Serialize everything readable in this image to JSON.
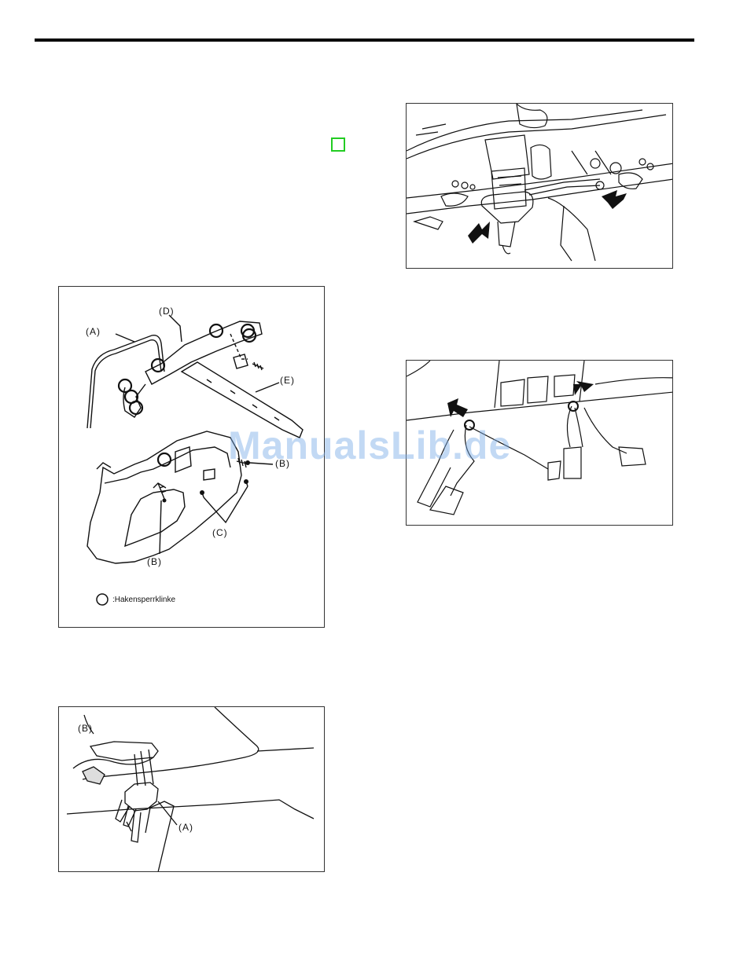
{
  "colors": {
    "rule": "#000000",
    "marker_box": "#22cc22",
    "watermark": "#78aae6",
    "figure_border": "#333333"
  },
  "figure1": {
    "labels": {
      "a": "(A)",
      "b_right": "(B)",
      "b_bottom": "(B)",
      "c": "(C)",
      "d": "(D)",
      "e": "(E)"
    },
    "legend": ":Hakensperrklinke",
    "legend_icon": "circle-symbol"
  },
  "figure2": {
    "labels": {
      "a": "(A)",
      "b": "(B)"
    }
  },
  "figure3": {
    "icons": [
      "arrow-icon",
      "arrow-icon"
    ]
  },
  "figure4": {
    "icons": [
      "arrow-icon",
      "arrow-icon"
    ]
  },
  "watermark": "ManualsLib.de"
}
